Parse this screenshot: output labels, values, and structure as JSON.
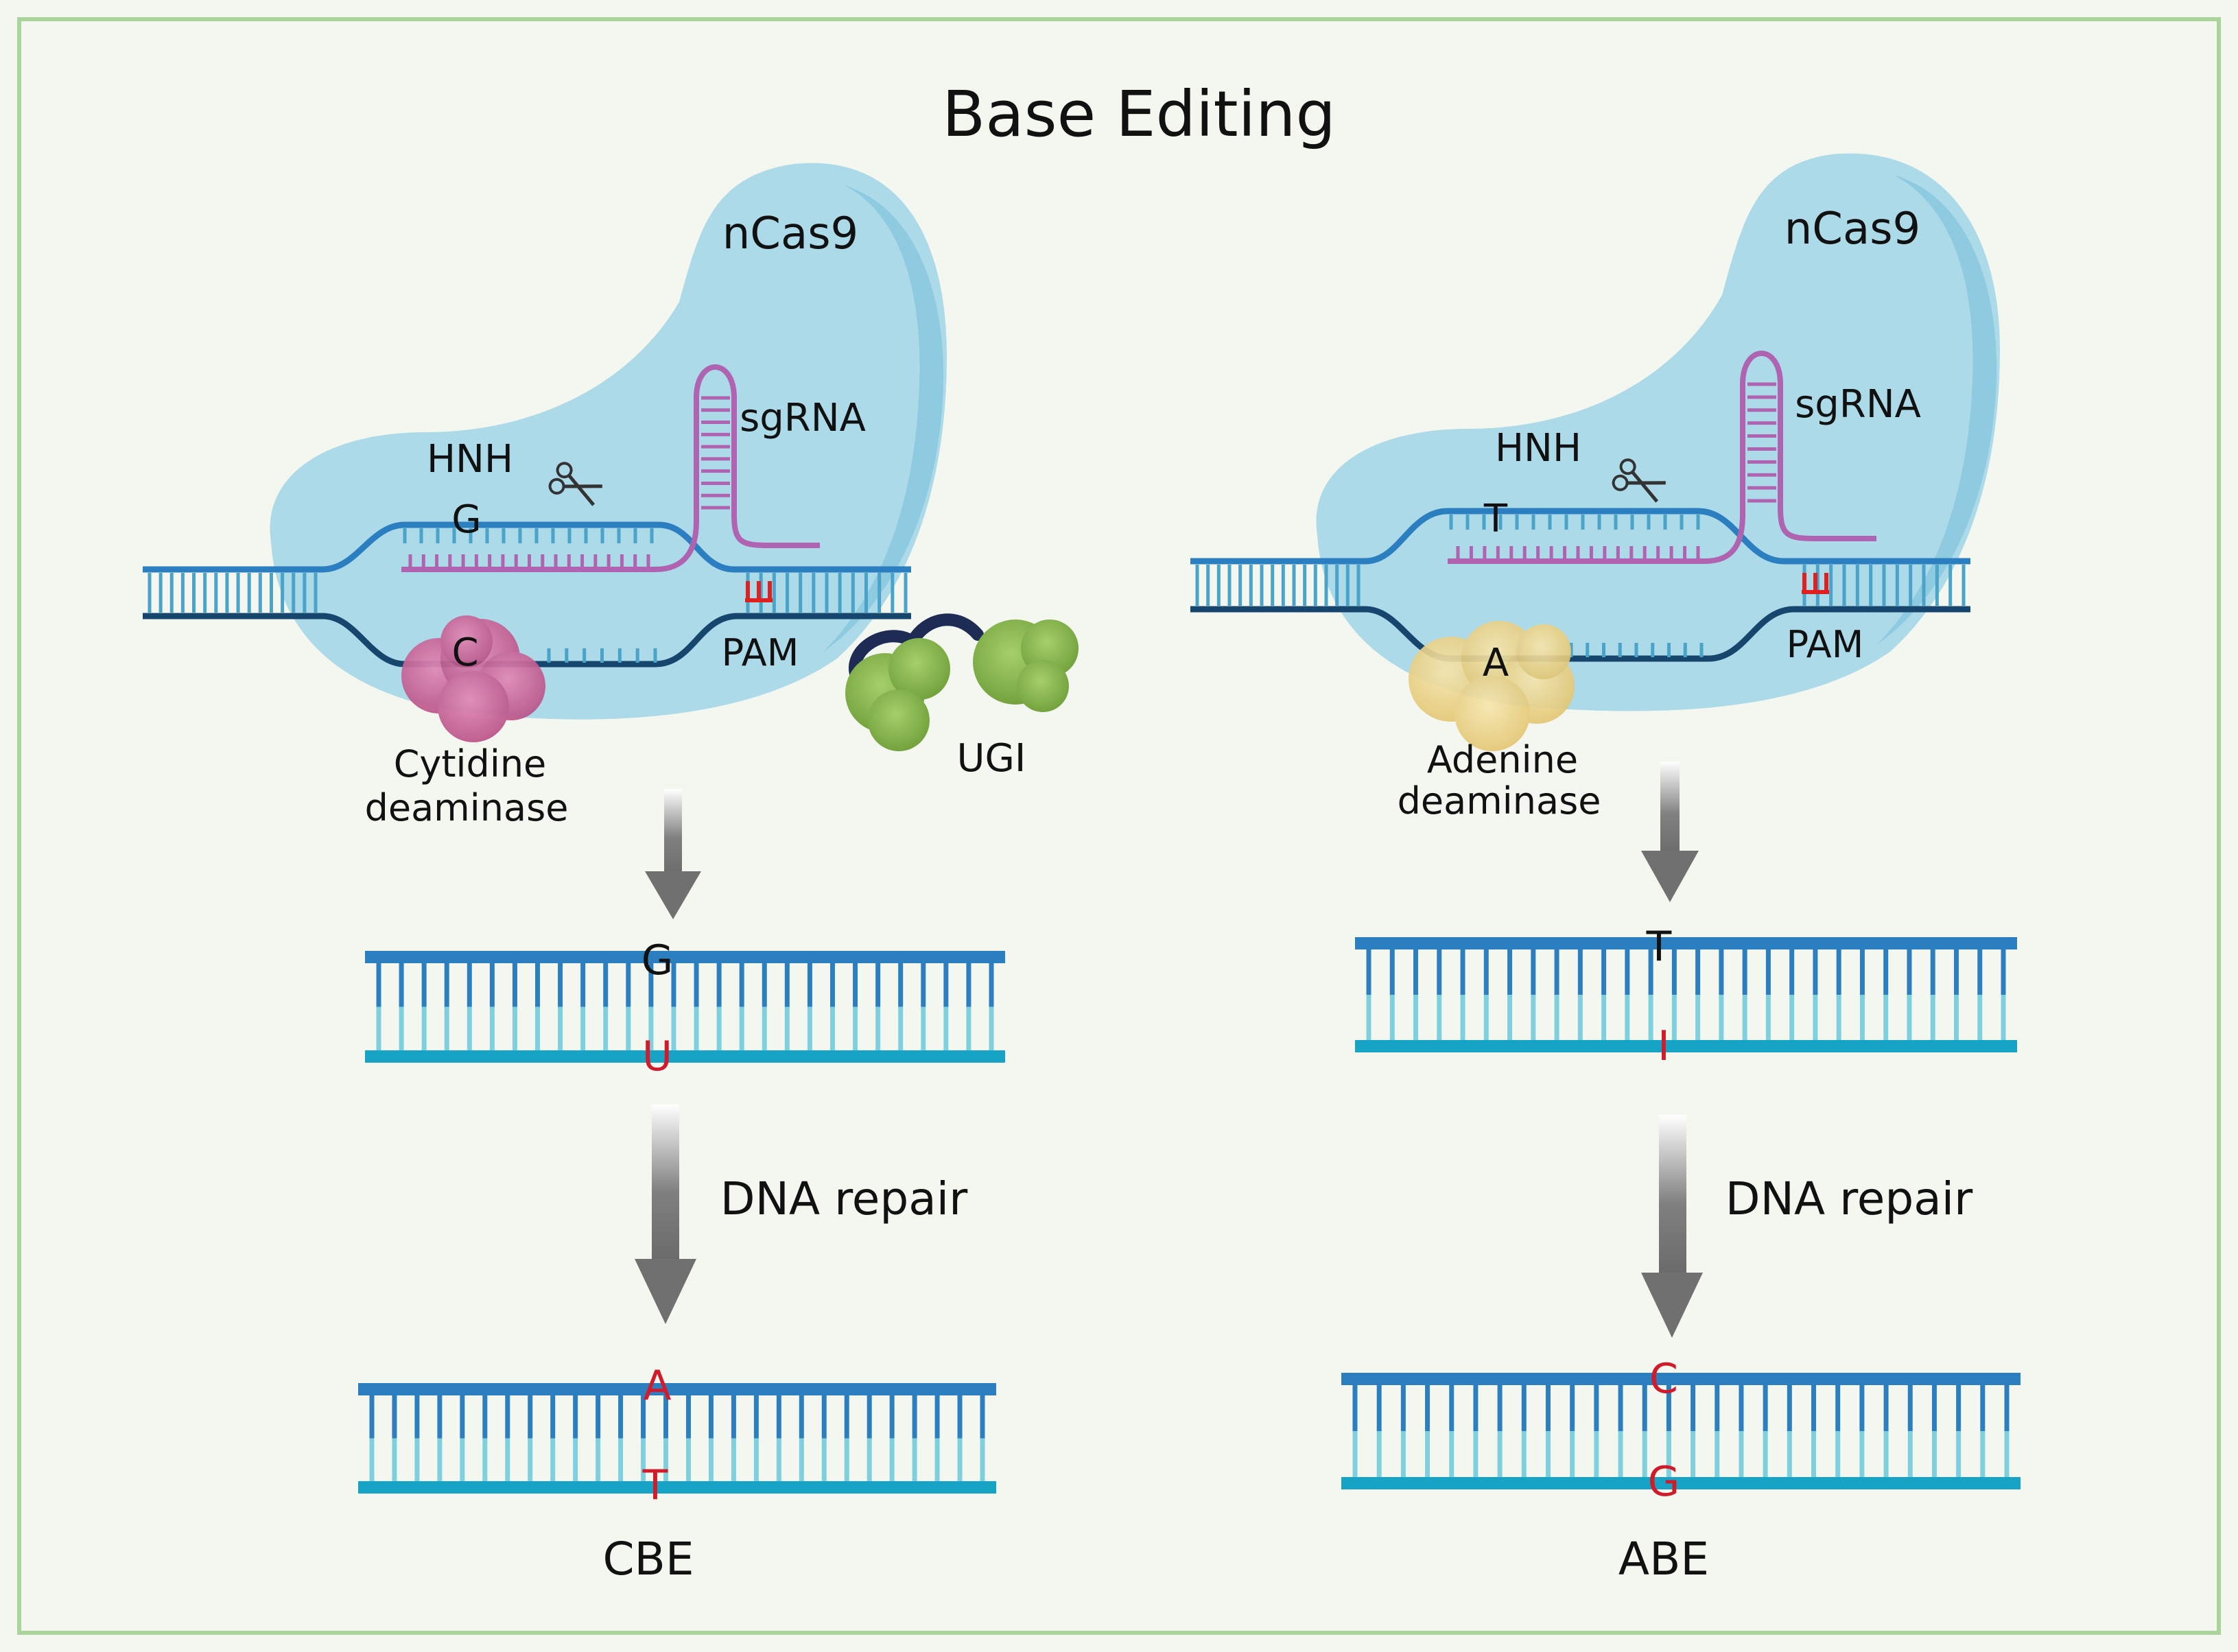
{
  "title": "Base Editing",
  "colors": {
    "background": "#f4f7ef",
    "frame": "#a9d49a",
    "cas9_fill": "#a9d8e8",
    "cas9_edge": "#8fcbe0",
    "dna_top": "#2b7fc0",
    "dna_bottom": "#17a3c6",
    "dna_rung": "#4aa3c8",
    "dna_dark": "#16456e",
    "sgrna": "#b063b0",
    "pam_mark": "#e02020",
    "edit_text": "#d11a2a",
    "arrow": "#707070",
    "cytidine_deaminase": "#c65c92",
    "adenine_deaminase": "#ecd48a",
    "ugi": "#86b54c",
    "linker": "#1d2b55"
  },
  "panels": [
    {
      "id": "cbe",
      "protein_label": "nCas9",
      "hnh_label": "HNH",
      "sgrna_label": "sgRNA",
      "pam_label": "PAM",
      "target_top_base": "G",
      "target_bottom_base": "C",
      "deaminase_label_line1": "Cytidine",
      "deaminase_label_line2": "deaminase",
      "ugi_label": "UGI",
      "intermediate_top": "G",
      "intermediate_bottom": "U",
      "repair_label": "DNA repair",
      "final_top": "A",
      "final_bottom": "T",
      "name": "CBE"
    },
    {
      "id": "abe",
      "protein_label": "nCas9",
      "hnh_label": "HNH",
      "sgrna_label": "sgRNA",
      "pam_label": "PAM",
      "target_top_base": "T",
      "target_bottom_base": "A",
      "deaminase_label_line1": "Adenine",
      "deaminase_label_line2": "deaminase",
      "intermediate_top": "T",
      "intermediate_bottom": "I",
      "repair_label": "DNA repair",
      "final_top": "C",
      "final_bottom": "G",
      "name": "ABE"
    }
  ],
  "icons": {
    "scissors": "scissors-icon",
    "arrow": "down-arrow-icon"
  }
}
